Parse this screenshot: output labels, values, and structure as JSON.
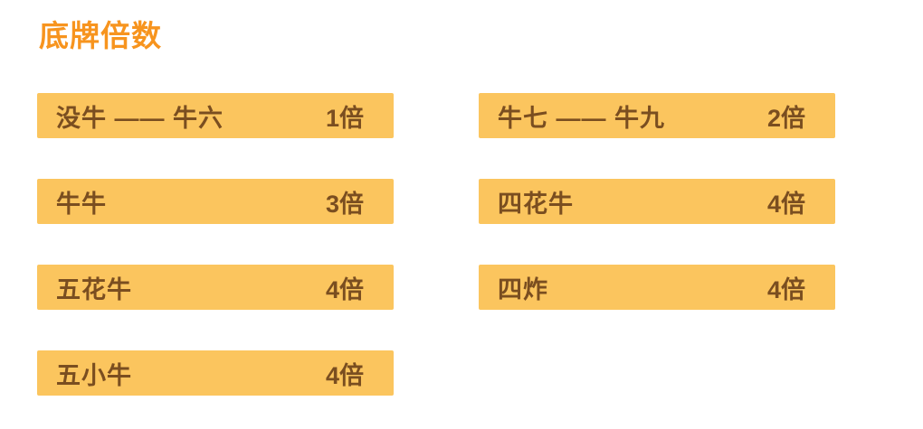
{
  "title": "底牌倍数",
  "colors": {
    "title_text": "#F7941E",
    "bar_background": "#FBC55E",
    "bar_text": "#7A4E20",
    "page_background": "#FFFFFF"
  },
  "multiplier_table": {
    "left": [
      {
        "hand": "没牛 —— 牛六",
        "multiplier": "1倍"
      },
      {
        "hand": "牛牛",
        "multiplier": "3倍"
      },
      {
        "hand": "五花牛",
        "multiplier": "4倍"
      },
      {
        "hand": "五小牛",
        "multiplier": "4倍"
      }
    ],
    "right": [
      {
        "hand": "牛七 —— 牛九",
        "multiplier": "2倍"
      },
      {
        "hand": "四花牛",
        "multiplier": "4倍"
      },
      {
        "hand": "四炸",
        "multiplier": "4倍"
      }
    ]
  }
}
